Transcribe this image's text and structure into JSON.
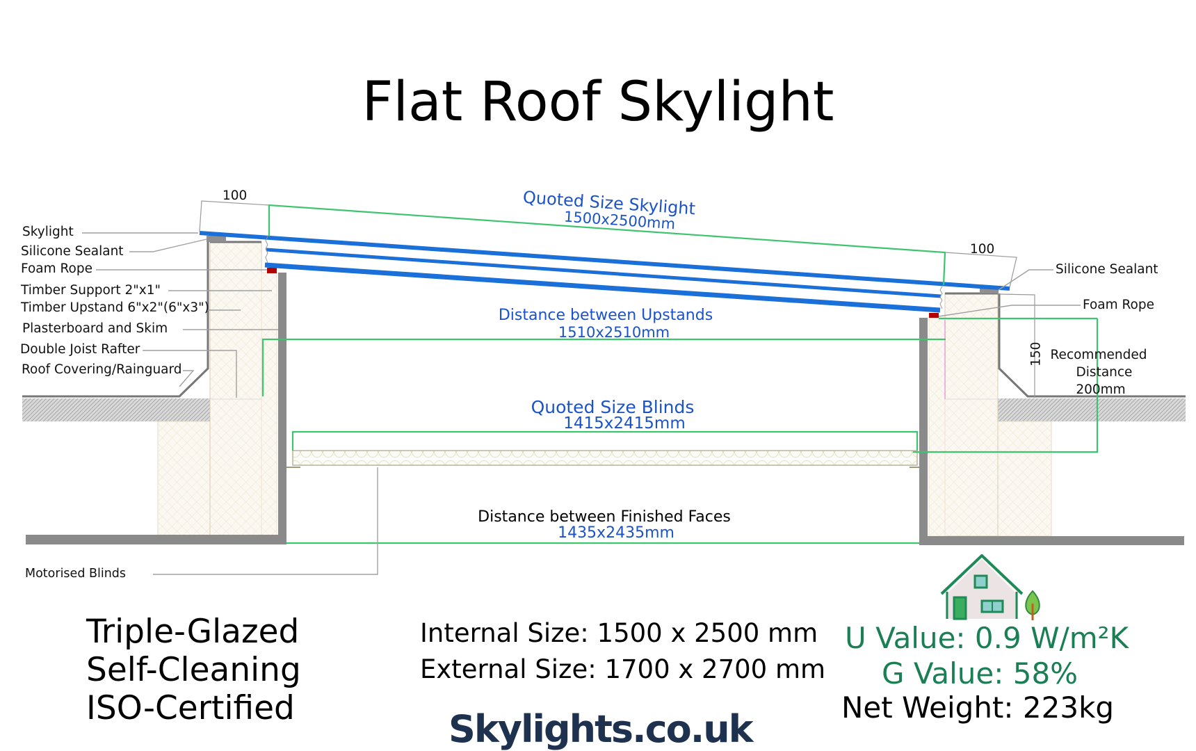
{
  "title": "Flat Roof Skylight",
  "colors": {
    "glass_blue": "#1b6fd8",
    "dimension_green": "#3cc46e",
    "label_blue": "#1a53c9",
    "wall_grey": "#8a8a8a",
    "foam_rope_red": "#b00000",
    "timber_fill": "#fbf8f1",
    "value_green": "#1a7f55",
    "logo_navy": "#1e3250"
  },
  "left_labels": [
    {
      "text": "Skylight"
    },
    {
      "text": "Silicone Sealant"
    },
    {
      "text": "Foam Rope"
    },
    {
      "text": "Timber Support 2\"x1\""
    },
    {
      "text": "Timber Upstand 6\"x2\"(6\"x3\")"
    },
    {
      "text": "Plasterboard and Skim"
    },
    {
      "text": "Double Joist Rafter"
    },
    {
      "text": "Roof Covering/Rainguard"
    },
    {
      "text": "Motorised Blinds"
    }
  ],
  "right_labels": {
    "silicone_sealant": "Silicone Sealant",
    "foam_rope": "Foam Rope",
    "recommended_1": "Recommended",
    "recommended_2": "Distance",
    "recommended_3": "200mm",
    "upstand_height": "150"
  },
  "dimensions": {
    "overhang_left": "100",
    "overhang_right": "100",
    "skylight_label": "Quoted Size Skylight",
    "skylight_value": "1500x2500mm",
    "upstands_label": "Distance between Upstands",
    "upstands_value": "1510x2510mm",
    "blinds_label": "Quoted Size Blinds",
    "blinds_value": "1415x2415mm",
    "faces_label": "Distance between Finished Faces",
    "faces_value": "1435x2435mm"
  },
  "features": [
    "Triple-Glazed",
    "Self-Cleaning",
    "ISO-Certified"
  ],
  "sizes": {
    "internal": "Internal Size: 1500 x 2500 mm",
    "external": "External Size: 1700 x 2700 mm"
  },
  "logo": "Skylights.co.uk",
  "performance": {
    "icon": "eco-house-icon",
    "u_value": "U Value: 0.9 W/m²K",
    "g_value": "G Value: 58%",
    "net_weight": "Net Weight: 223kg"
  }
}
